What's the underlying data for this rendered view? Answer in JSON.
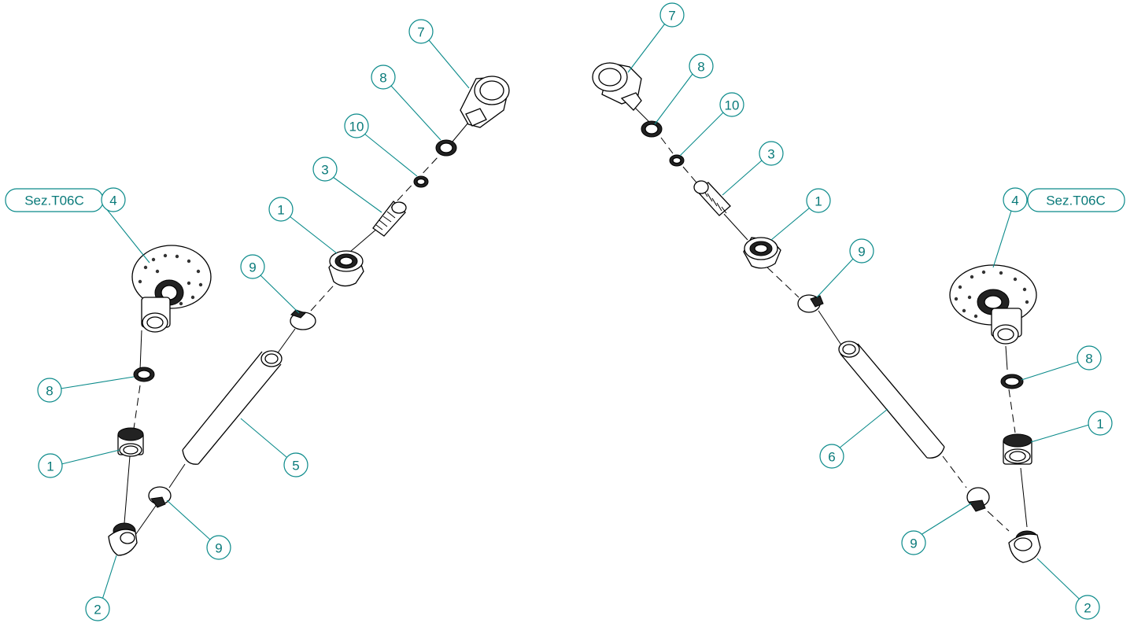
{
  "diagram": {
    "left_assembly": {
      "balloons": {
        "sprinkler": "4",
        "oring_top": "8",
        "ring_nut": "1",
        "elbow": "2",
        "clip_lower": "9",
        "tube": "5",
        "clip_upper": "9",
        "ring_nut_upper": "1",
        "hose_tail": "3",
        "washer_small": "10",
        "washer": "8",
        "union": "7"
      },
      "section_ref": "Sez.T06C"
    },
    "right_assembly": {
      "balloons": {
        "union": "7",
        "washer": "8",
        "washer_small": "10",
        "hose_tail": "3",
        "ring_nut_upper": "1",
        "clip_upper": "9",
        "tube": "6",
        "clip_lower": "9",
        "sprinkler": "4",
        "oring_top": "8",
        "ring_nut": "1",
        "elbow": "2"
      },
      "section_ref": "Sez.T06C"
    },
    "colors": {
      "balloon": "#0a8a8a",
      "linework": "#000000"
    }
  }
}
